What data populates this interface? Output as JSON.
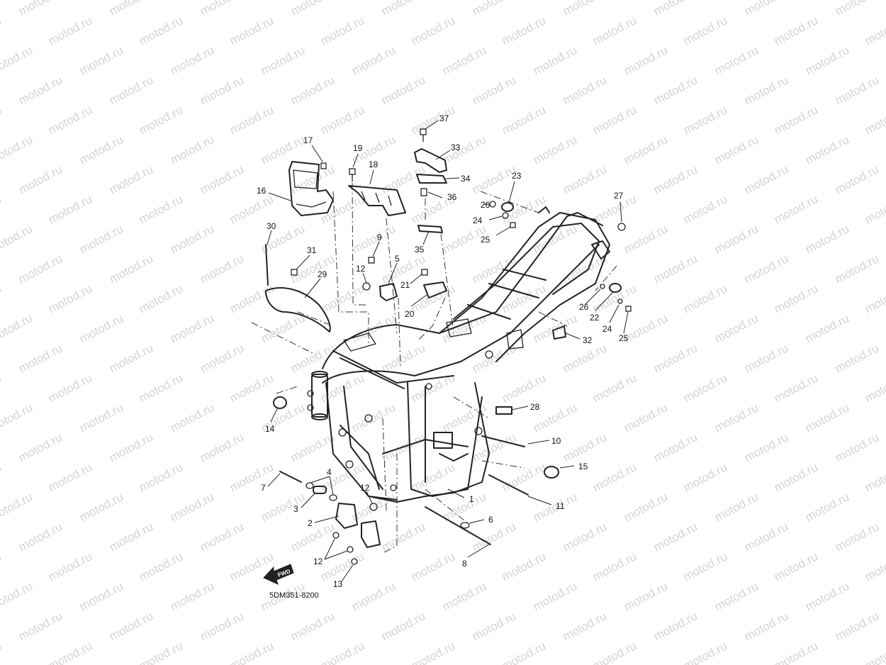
{
  "watermark": {
    "text": "motod.ru",
    "color": "#d4d4d4"
  },
  "diagram": {
    "code": "5DM351-8200",
    "fwd_label": "FWD"
  },
  "callouts": {
    "c1": "1",
    "c2": "2",
    "c3": "3",
    "c4": "4",
    "c5": "5",
    "c6": "6",
    "c7": "7",
    "c8": "8",
    "c9": "9",
    "c10": "10",
    "c11": "11",
    "c12a": "12",
    "c12b": "12",
    "c12c": "12",
    "c13": "13",
    "c14": "14",
    "c15": "15",
    "c16": "16",
    "c17": "17",
    "c18": "18",
    "c19": "19",
    "c20": "20",
    "c21": "21",
    "c22": "22",
    "c23": "23",
    "c24a": "24",
    "c24b": "24",
    "c25a": "25",
    "c25b": "25",
    "c26a": "26",
    "c26b": "26",
    "c27": "27",
    "c28": "28",
    "c29": "29",
    "c30": "30",
    "c31": "31",
    "c32": "32",
    "c33": "33",
    "c34": "34",
    "c35": "35",
    "c36": "36",
    "c37": "37"
  },
  "icons": {
    "fwd_arrow": "fwd-arrow-icon"
  }
}
